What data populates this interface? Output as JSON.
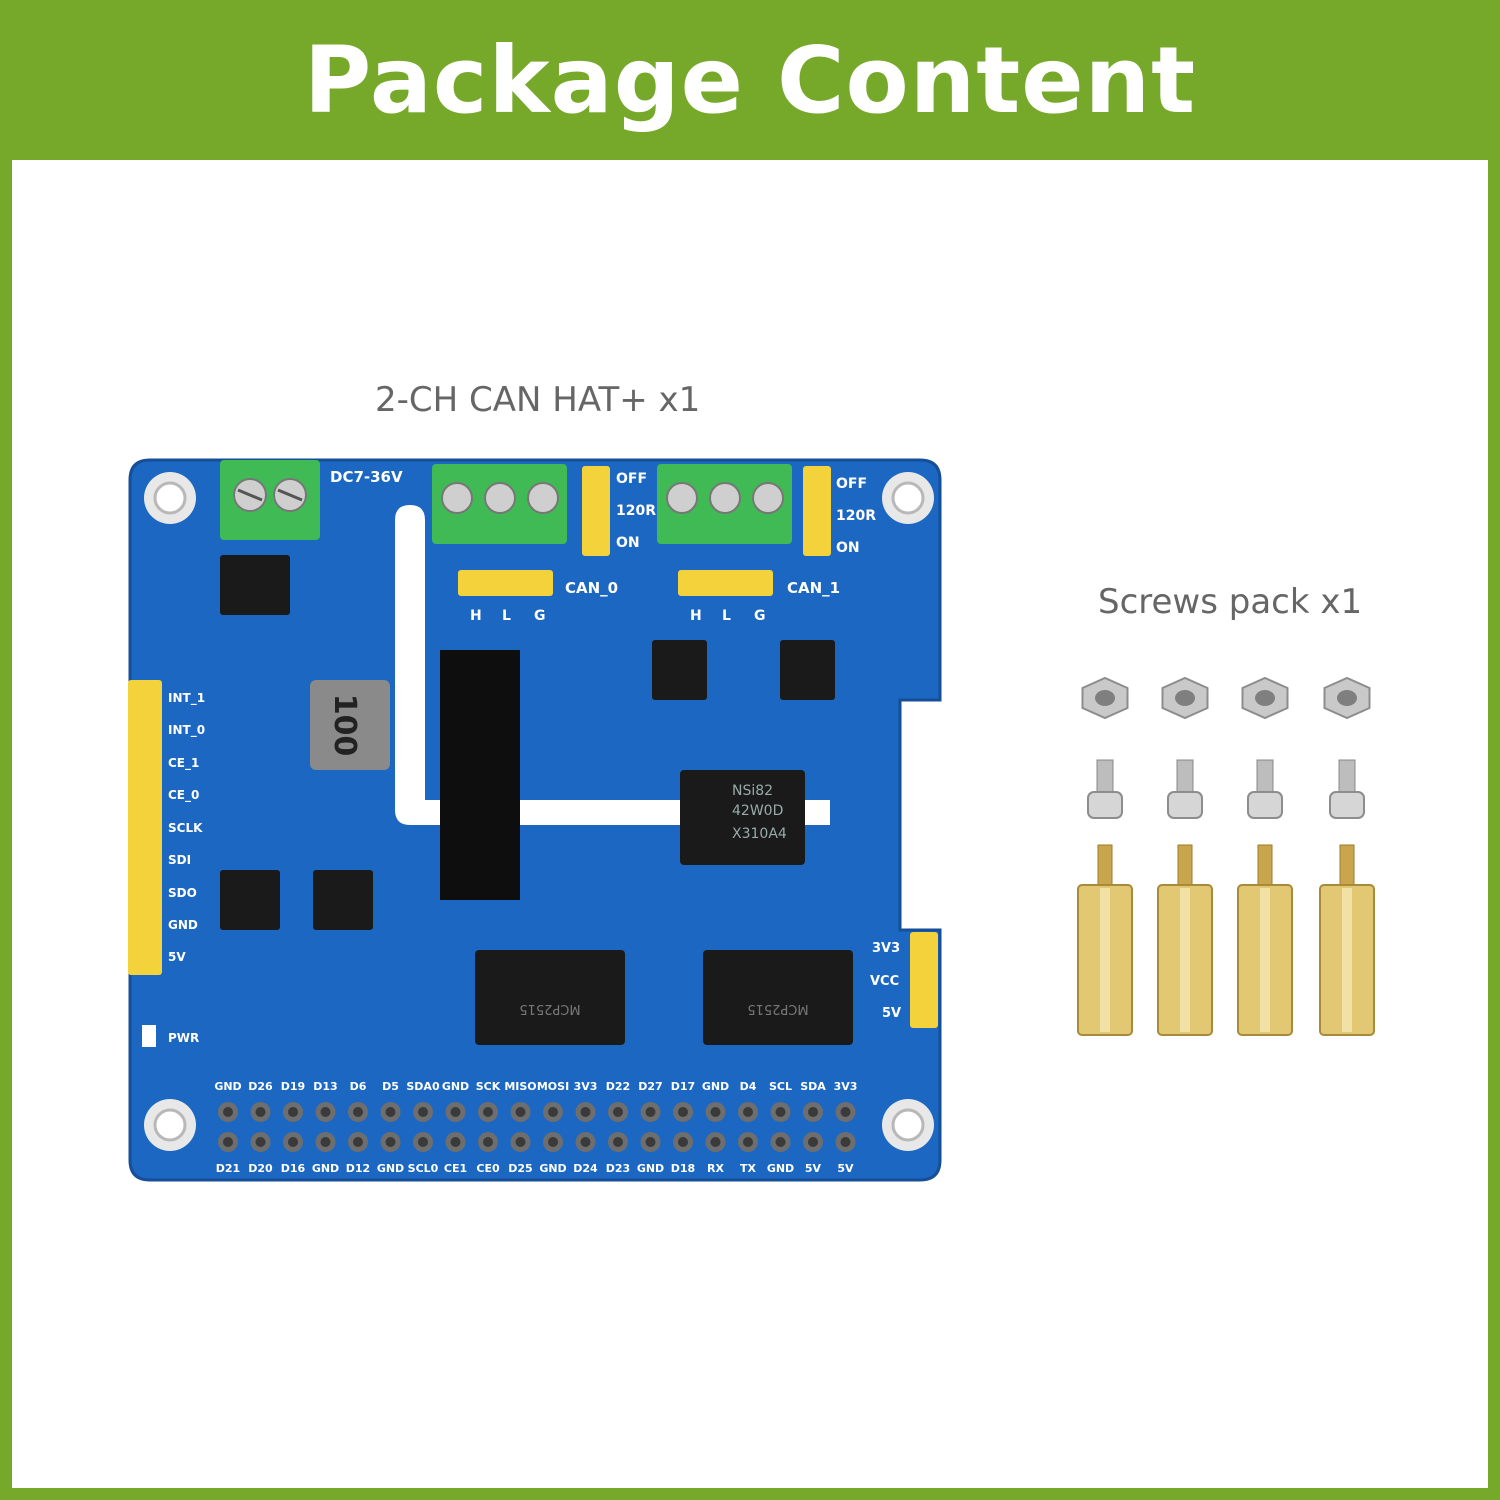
{
  "header": {
    "title": "Package Content"
  },
  "items": [
    {
      "caption": "2-CH CAN HAT+ x1"
    },
    {
      "caption": "Screws pack x1"
    }
  ],
  "board": {
    "power_label": "DC7-36V",
    "switch_labels": [
      "OFF",
      "120R",
      "ON"
    ],
    "can_labels": [
      "CAN_0",
      "CAN_1"
    ],
    "hlg_labels": [
      "H",
      "L",
      "G"
    ],
    "side_pins": [
      "INT_1",
      "INT_0",
      "CE_1",
      "CE_0",
      "SCLK",
      "SDI",
      "SDO",
      "GND",
      "5V"
    ],
    "pwr_label": "PWR",
    "voltage_labels": [
      "3V3",
      "VCC",
      "5V"
    ],
    "inductor_label": "100",
    "isolator_label": [
      "NSi82",
      "42W0D",
      "X310A4"
    ],
    "controller_label": "MCP2515",
    "gpio_top": [
      "GND",
      "D26",
      "D19",
      "D13",
      "D6",
      "D5",
      "SDA0",
      "GND",
      "SCK",
      "MISO",
      "MOSI",
      "3V3",
      "D22",
      "D27",
      "D17",
      "GND",
      "D4",
      "SCL",
      "SDA",
      "3V3"
    ],
    "gpio_bottom": [
      "D21",
      "D20",
      "D16",
      "GND",
      "D12",
      "GND",
      "SCL0",
      "CE1",
      "CE0",
      "D25",
      "GND",
      "D24",
      "D23",
      "GND",
      "D18",
      "RX",
      "TX",
      "GND",
      "5V",
      "5V"
    ],
    "colors": {
      "pcb": "#1c67c2",
      "silk": "#ffffff",
      "terminal": "#3fba54",
      "header_pin": "#f3d23b"
    }
  },
  "screws": {
    "groups": [
      "hex-nut",
      "screw",
      "brass-standoff"
    ],
    "count_per_group": 4
  }
}
